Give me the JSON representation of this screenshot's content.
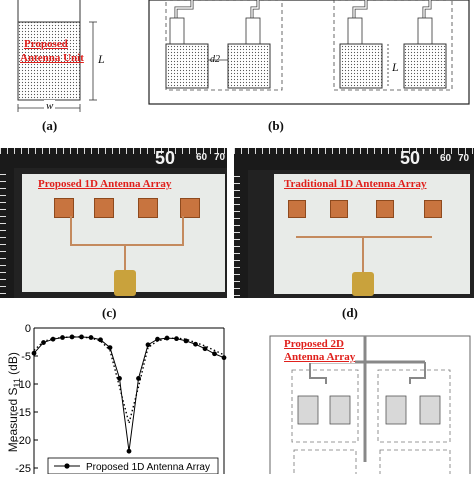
{
  "panel_a": {
    "label_line1": "Proposed",
    "label_line2": "Antenna Unit",
    "dim_L": "L",
    "dim_w": "w",
    "caption": "(a)"
  },
  "panel_b": {
    "dim_d2": "d2",
    "dim_L": "L",
    "caption": "(b)"
  },
  "panel_c": {
    "title": "Proposed 1D Antenna Array",
    "ruler_ticks": [
      "60",
      "70"
    ],
    "ruler_big": "50",
    "caption": "(c)"
  },
  "panel_d": {
    "title": "Traditional 1D Antenna Array",
    "ruler_big": "50",
    "ruler_ticks": [
      "60",
      "70"
    ],
    "caption": "(d)"
  },
  "panel_e": {
    "ylabel": "Measured S",
    "ylabel_sub": "11",
    "ylabel_unit": " (dB)",
    "legend": "Proposed 1D Antenna Array"
  },
  "panel_f": {
    "label_line1": "Proposed 2D",
    "label_line2": "Antenna Array"
  },
  "chart_data": {
    "type": "line",
    "xlabel": "",
    "ylabel": "Measured S11 (dB)",
    "ylim": [
      -25,
      0
    ],
    "y_ticks": [
      0,
      -5,
      -10,
      -15,
      -20,
      -25
    ],
    "x": [
      0,
      1,
      2,
      3,
      4,
      5,
      6,
      7,
      8,
      9,
      10,
      11,
      12,
      13,
      14,
      15,
      16,
      17,
      18,
      19,
      20
    ],
    "series": [
      {
        "name": "Proposed 1D Antenna Array",
        "style": "solid-dots",
        "values": [
          -4.5,
          -2.6,
          -2.0,
          -1.7,
          -1.6,
          -1.6,
          -1.7,
          -2.1,
          -3.5,
          -9.0,
          -22.0,
          -9.0,
          -3.0,
          -2.0,
          -1.8,
          -1.9,
          -2.3,
          -2.9,
          -3.7,
          -4.6,
          -5.3
        ]
      },
      {
        "style": "dotted",
        "values": [
          -4.0,
          -2.4,
          -1.9,
          -1.7,
          -1.6,
          -1.6,
          -1.8,
          -2.3,
          -4.0,
          -10.5,
          -17.0,
          -10.5,
          -3.5,
          -2.3,
          -1.9,
          -1.8,
          -2.0,
          -2.6,
          -3.2,
          -4.0,
          -4.8
        ]
      }
    ],
    "colors": {
      "series1": "#000000",
      "series2": "#000000"
    }
  }
}
